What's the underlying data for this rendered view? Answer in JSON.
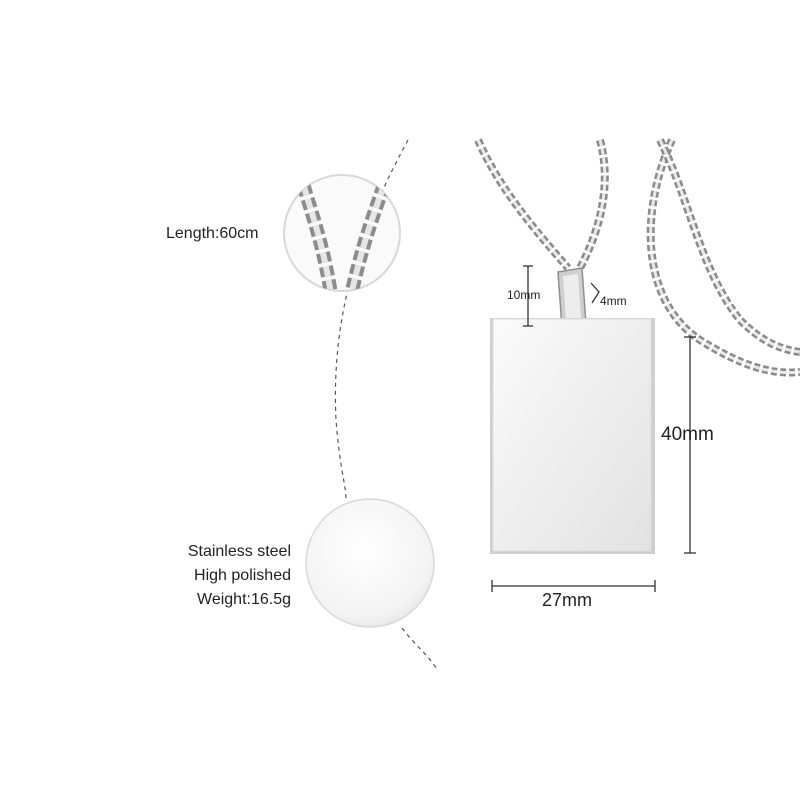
{
  "product": {
    "length_label": "Length:60cm",
    "specs": [
      "Stainless steel",
      "High polished",
      "Weight:16.5g"
    ]
  },
  "dimensions": {
    "bail_height": "10mm",
    "bail_width": "4mm",
    "pendant_height": "40mm",
    "pendant_width": "27mm"
  },
  "colors": {
    "metal_light": "#f3f3f3",
    "metal_mid": "#d4d4d4",
    "metal_dark": "#9a9a9a",
    "text": "#222222",
    "dim_line": "#333333"
  }
}
